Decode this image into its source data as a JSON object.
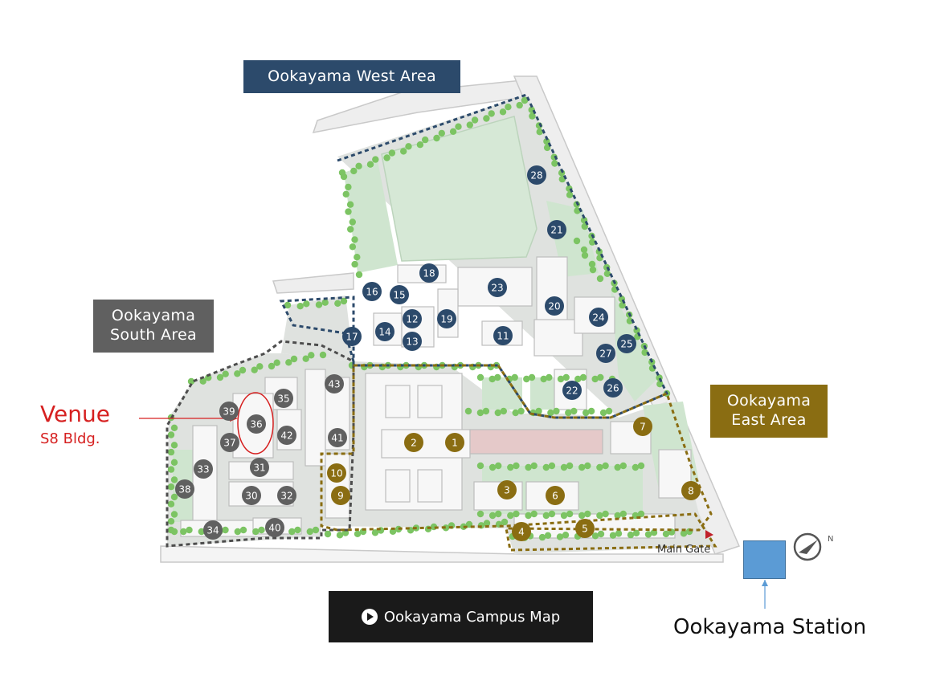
{
  "areas": {
    "west": {
      "label": "Ookayama West Area",
      "color": "#2c4a6b"
    },
    "south": {
      "label": "Ookayama\nSouth Area",
      "color": "#606060"
    },
    "east": {
      "label": "Ookayama\nEast Area",
      "color": "#8a6d12"
    }
  },
  "venue": {
    "title": "Venue",
    "subtitle": "S8 Bldg.",
    "color": "#d62020"
  },
  "map_button": {
    "label": "Ookayama Campus Map"
  },
  "station": {
    "label": "Ookayama Station"
  },
  "main_gate": {
    "label": "Main Gate"
  },
  "buildings": {
    "west": [
      "11",
      "12",
      "13",
      "14",
      "15",
      "16",
      "17",
      "18",
      "19",
      "20",
      "21",
      "22",
      "23",
      "24",
      "25",
      "26",
      "27",
      "28"
    ],
    "south": [
      "30",
      "31",
      "32",
      "33",
      "34",
      "35",
      "36",
      "37",
      "38",
      "39",
      "40",
      "41",
      "42",
      "43"
    ],
    "east": [
      "1",
      "2",
      "3",
      "4",
      "5",
      "6",
      "7",
      "8",
      "9",
      "10"
    ]
  }
}
